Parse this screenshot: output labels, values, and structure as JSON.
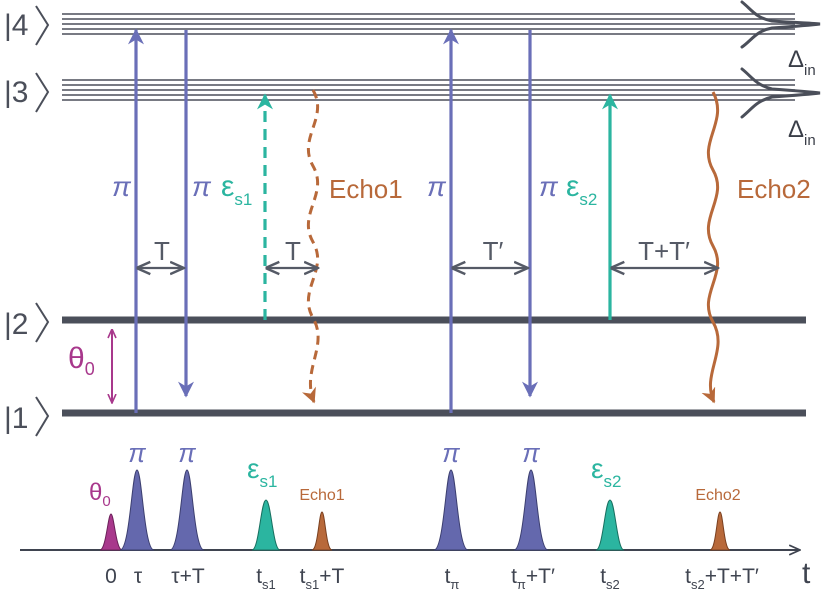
{
  "colors": {
    "level": "#4b4f5a",
    "pi_pulse": "#6a6fb8",
    "pi_fill": "#6468ad",
    "signal": "#2bb5a0",
    "echo": "#b8693a",
    "theta": "#a8388c",
    "gap": "#555a66",
    "axis": "#3f4450"
  },
  "levels": {
    "state4": "|4",
    "state3": "|3",
    "state2": "|2",
    "state1": "|1",
    "inhomogeneous_width": "Δ",
    "inhomogeneous_sub": "in"
  },
  "diagram_labels": {
    "pi": "π",
    "epsilon": "ε",
    "s1": "s1",
    "s2": "s2",
    "echo1": "Echo1",
    "echo2": "Echo2",
    "theta": "θ",
    "theta_sub": "0",
    "gap_T": "T",
    "gap_Tprime": "T′",
    "gap_TplusTprime": "T+T′"
  },
  "timeline": {
    "axis_label": "t",
    "pulse_labels": {
      "theta": "θ",
      "theta_sub": "0",
      "pi1": "π",
      "pi2": "π",
      "eps1": "ε",
      "eps1_sub": "s1",
      "echo1": "Echo1",
      "pi3": "π",
      "pi4": "π",
      "eps2": "ε",
      "eps2_sub": "s2",
      "echo2": "Echo2"
    },
    "ticks": {
      "zero": "0",
      "tau": "τ",
      "tau_T": "τ+T",
      "ts1_base": "t",
      "ts1_sub": "s1",
      "ts1T_base": "t",
      "ts1T_sub": "s1",
      "ts1T_tail": "+T",
      "tpi_base": "t",
      "tpi_sub": "π",
      "tpiT_base": "t",
      "tpiT_sub": "π",
      "tpiT_tail": "+T′",
      "ts2_base": "t",
      "ts2_sub": "s2",
      "ts2T_base": "t",
      "ts2T_sub": "s2",
      "ts2T_tail": "+T+T′"
    }
  }
}
